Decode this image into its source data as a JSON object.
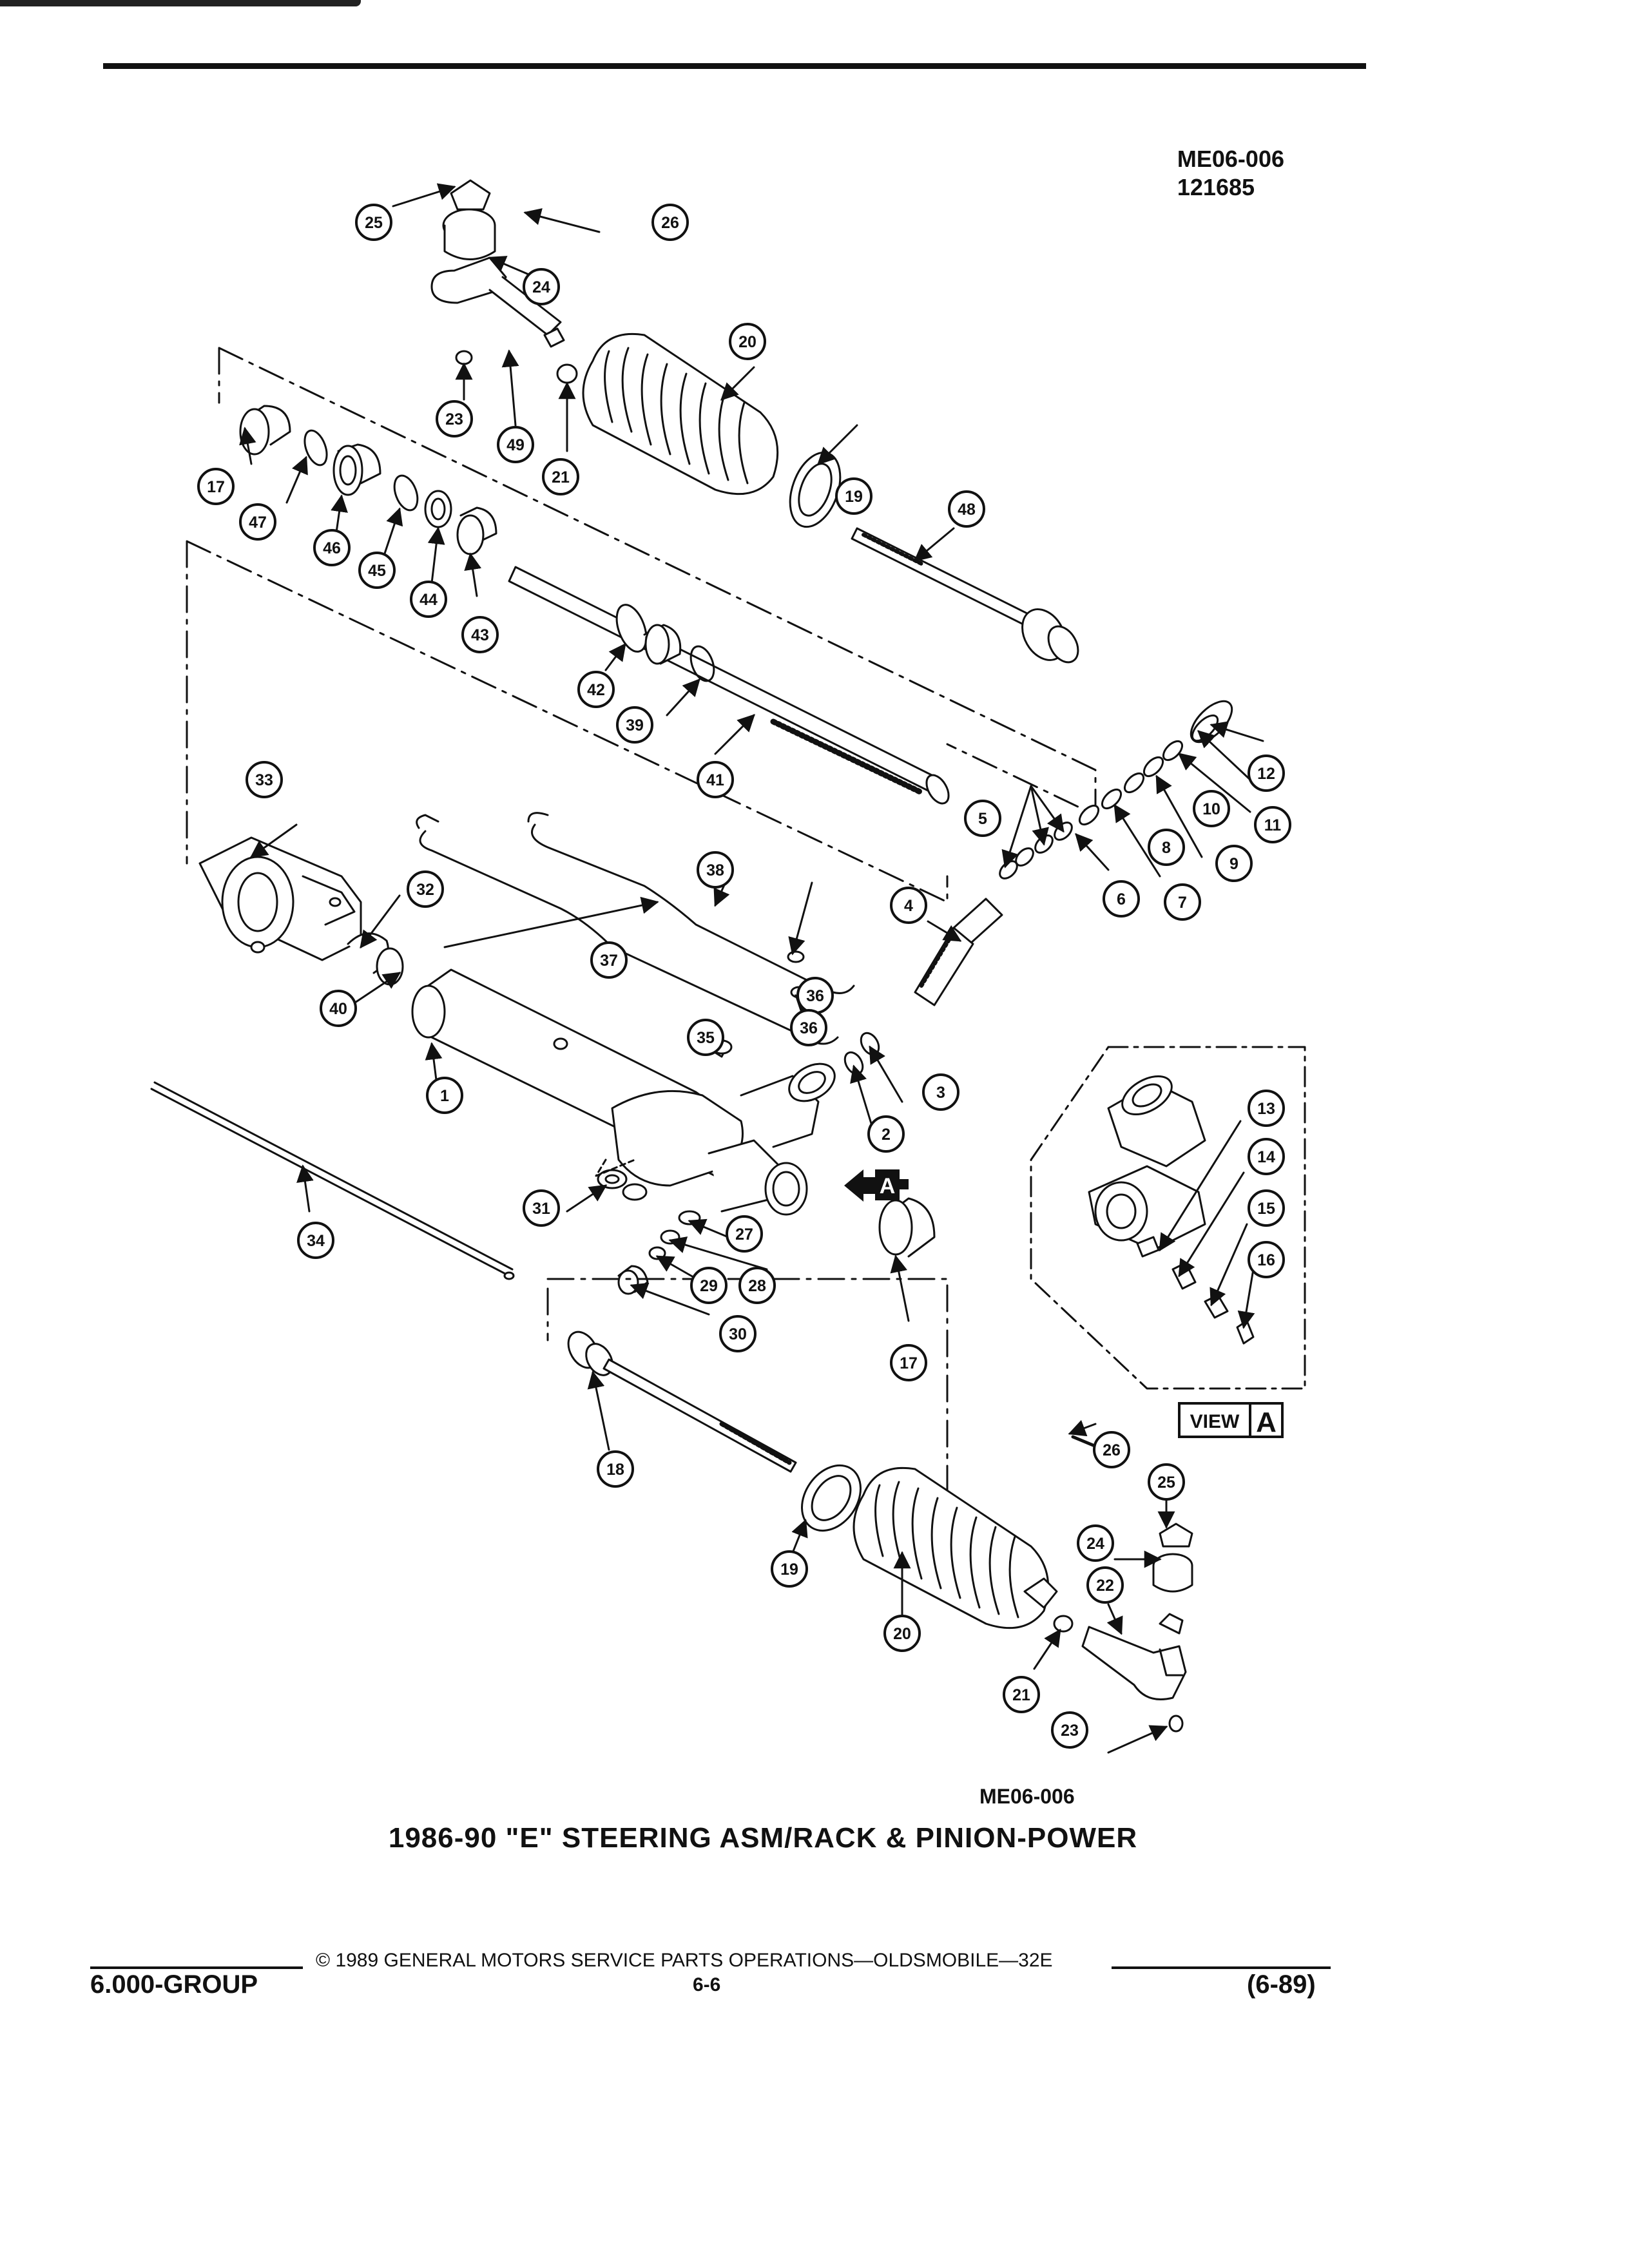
{
  "header": {
    "ref_code": "ME06-006",
    "ref_date": "121685"
  },
  "figure": {
    "code": "ME06-006",
    "title": "1986-90 \"E\" STEERING ASM/RACK & PINION-POWER",
    "view_label": "VIEW",
    "view_letter": "A",
    "view_marker_letter": "A"
  },
  "callouts": [
    "1",
    "2",
    "3",
    "4",
    "5",
    "6",
    "7",
    "8",
    "9",
    "10",
    "11",
    "12",
    "13",
    "14",
    "15",
    "16",
    "17",
    "17",
    "18",
    "19",
    "19",
    "20",
    "20",
    "21",
    "21",
    "22",
    "23",
    "23",
    "24",
    "24",
    "25",
    "25",
    "26",
    "26",
    "27",
    "28",
    "29",
    "30",
    "31",
    "32",
    "33",
    "34",
    "35",
    "36",
    "36",
    "37",
    "38",
    "39",
    "40",
    "41",
    "42",
    "43",
    "44",
    "45",
    "46",
    "47",
    "48",
    "49"
  ],
  "footer": {
    "group": "6.000-GROUP",
    "copyright": "© 1989 GENERAL MOTORS SERVICE PARTS OPERATIONS—OLDSMOBILE—32E",
    "page": "6-6",
    "date": "(6-89)"
  }
}
